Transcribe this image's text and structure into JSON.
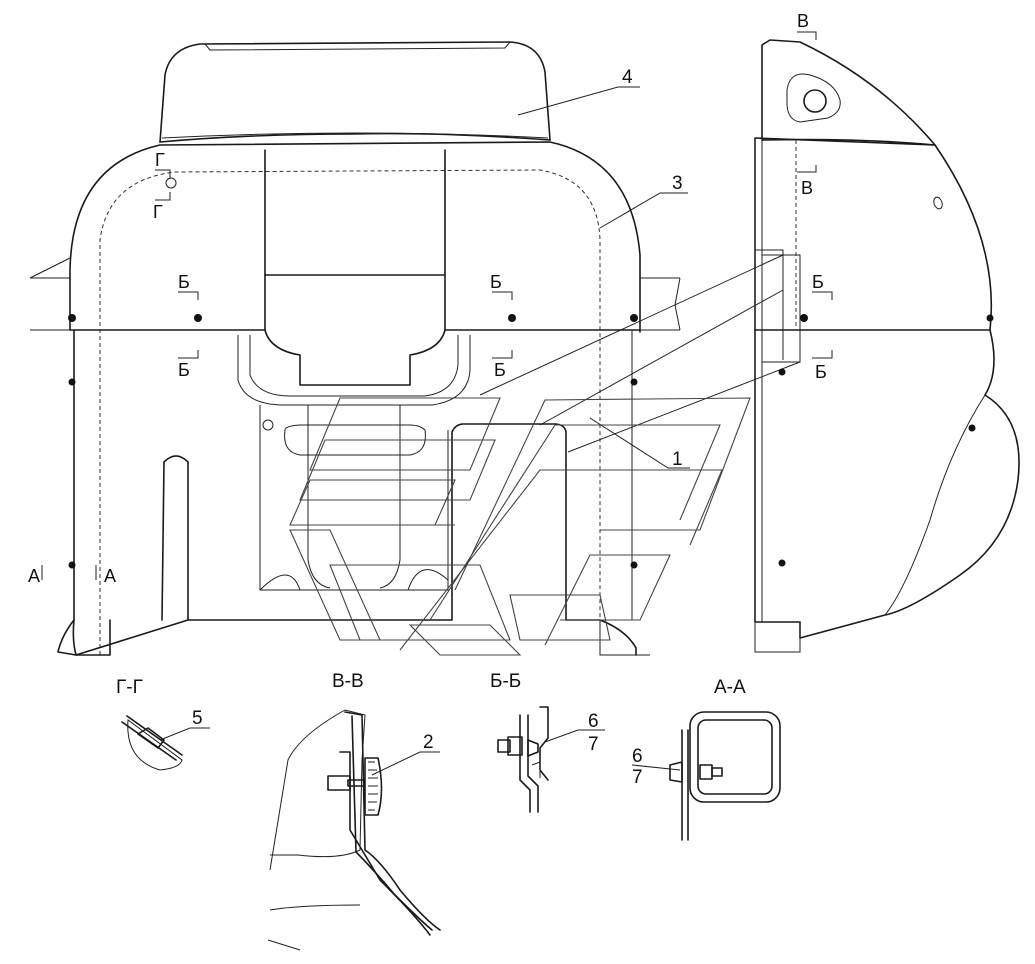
{
  "diagram": {
    "part_labels": {
      "p1": "1",
      "p2": "2",
      "p3": "3",
      "p4": "4",
      "p5": "5",
      "p6a": "6",
      "p7a": "7",
      "p6b": "6",
      "p7b": "7"
    },
    "section_marks": {
      "g_top": "Г",
      "g_bot": "Г",
      "b1": "Б",
      "b2": "Б",
      "b3": "Б",
      "b4": "Б",
      "b5": "Б",
      "b6": "Б",
      "v_top": "В",
      "v_mid": "В",
      "a_left": "А",
      "a_right": "А"
    },
    "section_titles": {
      "gg": "Г-Г",
      "vv": "В-В",
      "bb": "Б-Б",
      "aa": "А-А"
    }
  }
}
